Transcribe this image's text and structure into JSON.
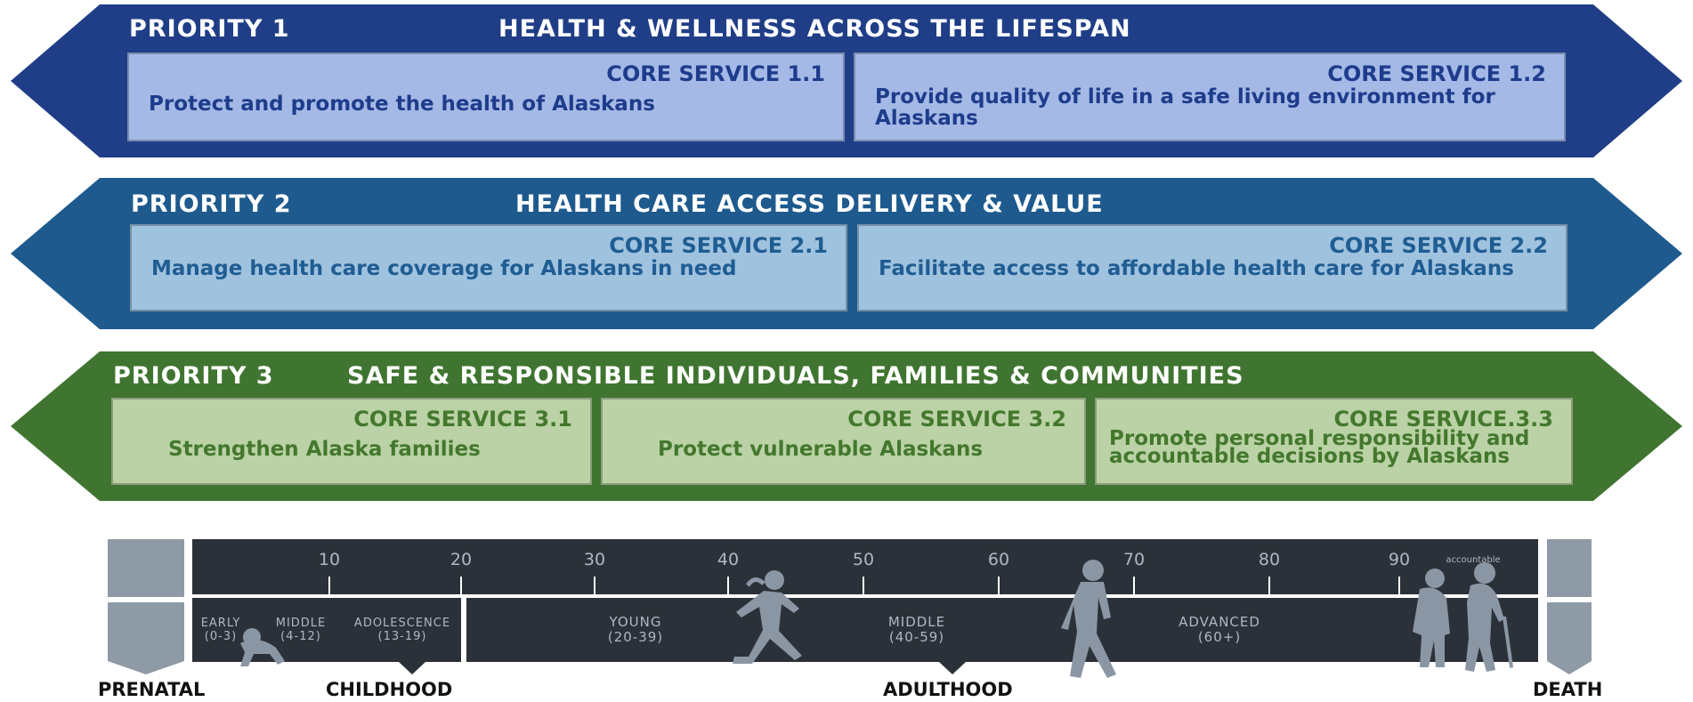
{
  "priorities": [
    {
      "label": "PRIORITY 1",
      "title": "HEALTH & WELLNESS ACROSS THE  LIFESPAN",
      "color": "#1f3e87",
      "services": [
        {
          "label": "CORE SERVICE 1.1",
          "text": "Protect and promote the health of Alaskans"
        },
        {
          "label": "CORE SERVICE 1.2",
          "text": "Provide quality of life in a safe living environment for Alaskans"
        }
      ]
    },
    {
      "label": "PRIORITY 2",
      "title": "HEALTH CARE ACCESS DELIVERY & VALUE",
      "color": "#1e5a8e",
      "services": [
        {
          "label": "CORE SERVICE 2.1",
          "text": "Manage health care coverage for Alaskans in need"
        },
        {
          "label": "CORE SERVICE 2.2",
          "text": "Facilitate access to affordable health care for Alaskans"
        }
      ]
    },
    {
      "label": "PRIORITY 3",
      "title": "SAFE & RESPONSIBLE INDIVIDUALS, FAMILIES & COMMUNITIES",
      "color": "#3f7530",
      "services": [
        {
          "label": "CORE SERVICE 3.1",
          "text": "Strengthen Alaska families"
        },
        {
          "label": "CORE SERVICE 3.2",
          "text": "Protect vulnerable Alaskans"
        },
        {
          "label": "CORE SERVICE.3.3",
          "text": "Promote personal responsibility and accountable decisions by Alaskans"
        }
      ]
    }
  ],
  "timeline": {
    "ticks": [
      "10",
      "20",
      "30",
      "40",
      "50",
      "60",
      "70",
      "80",
      "90"
    ],
    "tick_note": "accountable",
    "stages": [
      {
        "name": "EARLY",
        "range": "(0-3)"
      },
      {
        "name": "MIDDLE",
        "range": "(4-12)"
      },
      {
        "name": "ADOLESCENCE",
        "range": "(13-19)"
      },
      {
        "name": "YOUNG",
        "range": "(20-39)"
      },
      {
        "name": "MIDDLE",
        "range": "(40-59)"
      },
      {
        "name": "ADVANCED",
        "range": "(60+)"
      }
    ],
    "phases": {
      "prenatal": "PRENATAL",
      "childhood": "CHILDHOOD",
      "adulthood": "ADULTHOOD",
      "death": "DEATH"
    },
    "bar_color": "#2b3138",
    "figure_color": "#8b96a5"
  }
}
